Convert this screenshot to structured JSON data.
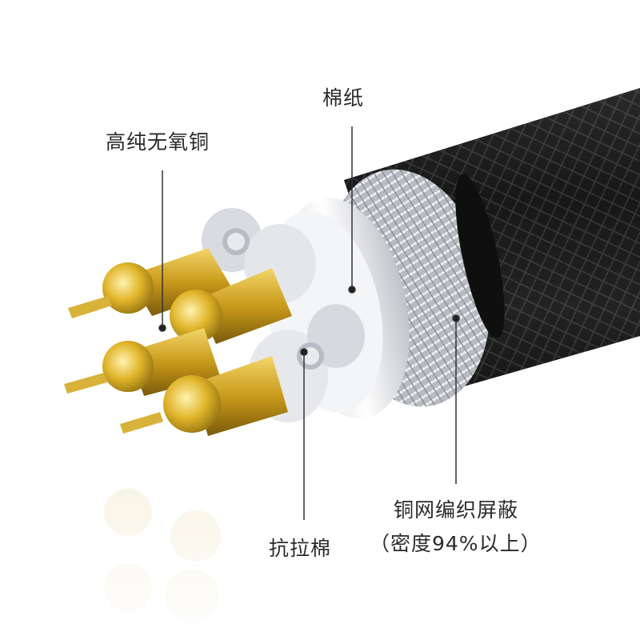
{
  "labels": {
    "copper": "高纯无氧铜",
    "cotton_paper": "棉纸",
    "strain_cotton": "抗拉棉",
    "shield_line1": "铜网编织屏蔽",
    "shield_line2": "（密度94%以上）"
  },
  "colors": {
    "copper": "#d4a81c",
    "jacket": "#1b1b1b",
    "insulation": "#e8e8ec",
    "shield_braid": "#c0c4c8",
    "text": "#2a2a2a"
  }
}
